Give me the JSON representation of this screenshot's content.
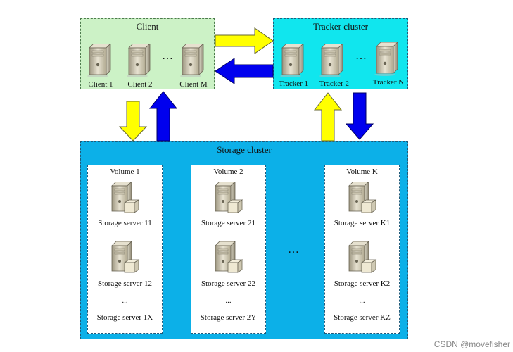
{
  "client": {
    "title": "Client",
    "servers": [
      "Client 1",
      "Client 2",
      "Client M"
    ],
    "ellipsis": "…"
  },
  "tracker": {
    "title": "Tracker cluster",
    "servers": [
      "Tracker 1",
      "Tracker 2",
      "Tracker N"
    ],
    "ellipsis": "…"
  },
  "storage": {
    "title": "Storage cluster",
    "ellipsis": "…",
    "volumes": [
      {
        "title": "Volume 1",
        "servers": [
          "Storage server 11",
          "Storage server 12"
        ],
        "ellipsis": "...",
        "last": "Storage server 1X"
      },
      {
        "title": "Volume 2",
        "servers": [
          "Storage server 21",
          "Storage server 22"
        ],
        "ellipsis": "...",
        "last": "Storage server 2Y"
      },
      {
        "title": "Volume K",
        "servers": [
          "Storage server K1",
          "Storage server K2"
        ],
        "ellipsis": "...",
        "last": "Storage server KZ"
      }
    ]
  },
  "colors": {
    "client_bg": "#ccf2c6",
    "tracker_bg": "#10e6ee",
    "storage_bg": "#0cb0e8",
    "arrow_yellow": "#ffff00",
    "arrow_blue": "#0000ee"
  },
  "watermark": "CSDN @movefisher"
}
